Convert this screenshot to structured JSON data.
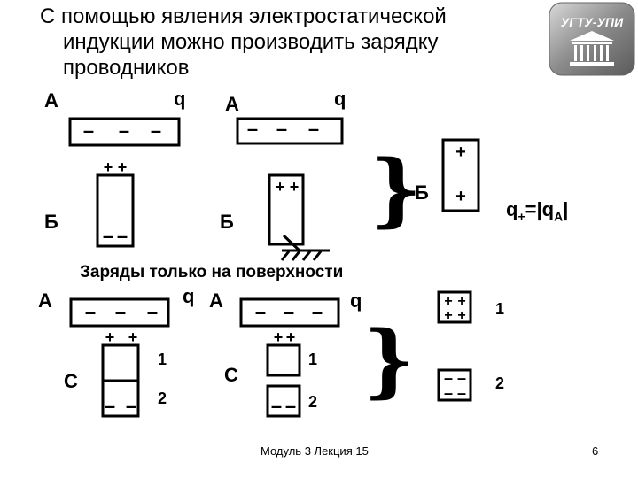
{
  "slide": {
    "title_line1": "С помощью явления электростатической",
    "title_line2": "индукции можно производить зарядку",
    "title_line3": "проводников",
    "logo_text": "УГТУ-УПИ",
    "subtitle": "Заряды только на поверхности",
    "footer_center": "Модуль 3 Лекция 15",
    "footer_page": "6"
  },
  "labels": {
    "a": "А",
    "q": "q",
    "b": "Б",
    "c": "С",
    "one": "1",
    "two": "2"
  },
  "formula": {
    "left": "q",
    "sub": "+",
    "right_before": "=|q",
    "right_sub": "A",
    "right_after": "|"
  },
  "charges": {
    "minus": "–",
    "plus": "+"
  }
}
